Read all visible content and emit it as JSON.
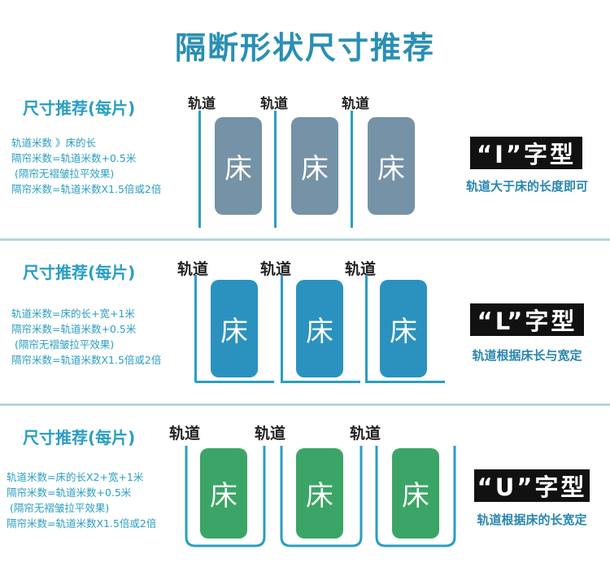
{
  "title": "隔断形状尺寸推荐",
  "track_label": "轨道",
  "bed_label": "床",
  "sections": [
    {
      "heading": "尺寸推荐(每片)",
      "notes": [
        "轨道米数 》床的长",
        "隔帘米数=轨道米数+0.5米",
        "(隔帘无褶皱拉平效果)",
        "隔帘米数=轨道米数X1.5倍或2倍"
      ],
      "badge": "“I”字型",
      "caption": "轨道大于床的长度即可",
      "bed_color": "#7592a6"
    },
    {
      "heading": "尺寸推荐(每片)",
      "notes": [
        "轨道米数=床的长+宽+1米",
        "隔帘米数=轨道米数+0.5米",
        "(隔帘无褶皱拉平效果)",
        "隔帘米数=轨道米数X1.5倍或2倍"
      ],
      "badge": "“L”字型",
      "caption": "轨道根据床长与宽定",
      "bed_color": "#2b92bf"
    },
    {
      "heading": "尺寸推荐(每片)",
      "notes": [
        "轨道米数=床的长X2+宽+1米",
        "隔帘米数=轨道米数+0.5米",
        "(隔帘无褶皱拉平效果)",
        "隔帘米数=轨道米数X1.5倍或2倍"
      ],
      "badge": "“U”字型",
      "caption": "轨道根据床的长宽定",
      "bed_color": "#3aa566"
    }
  ]
}
